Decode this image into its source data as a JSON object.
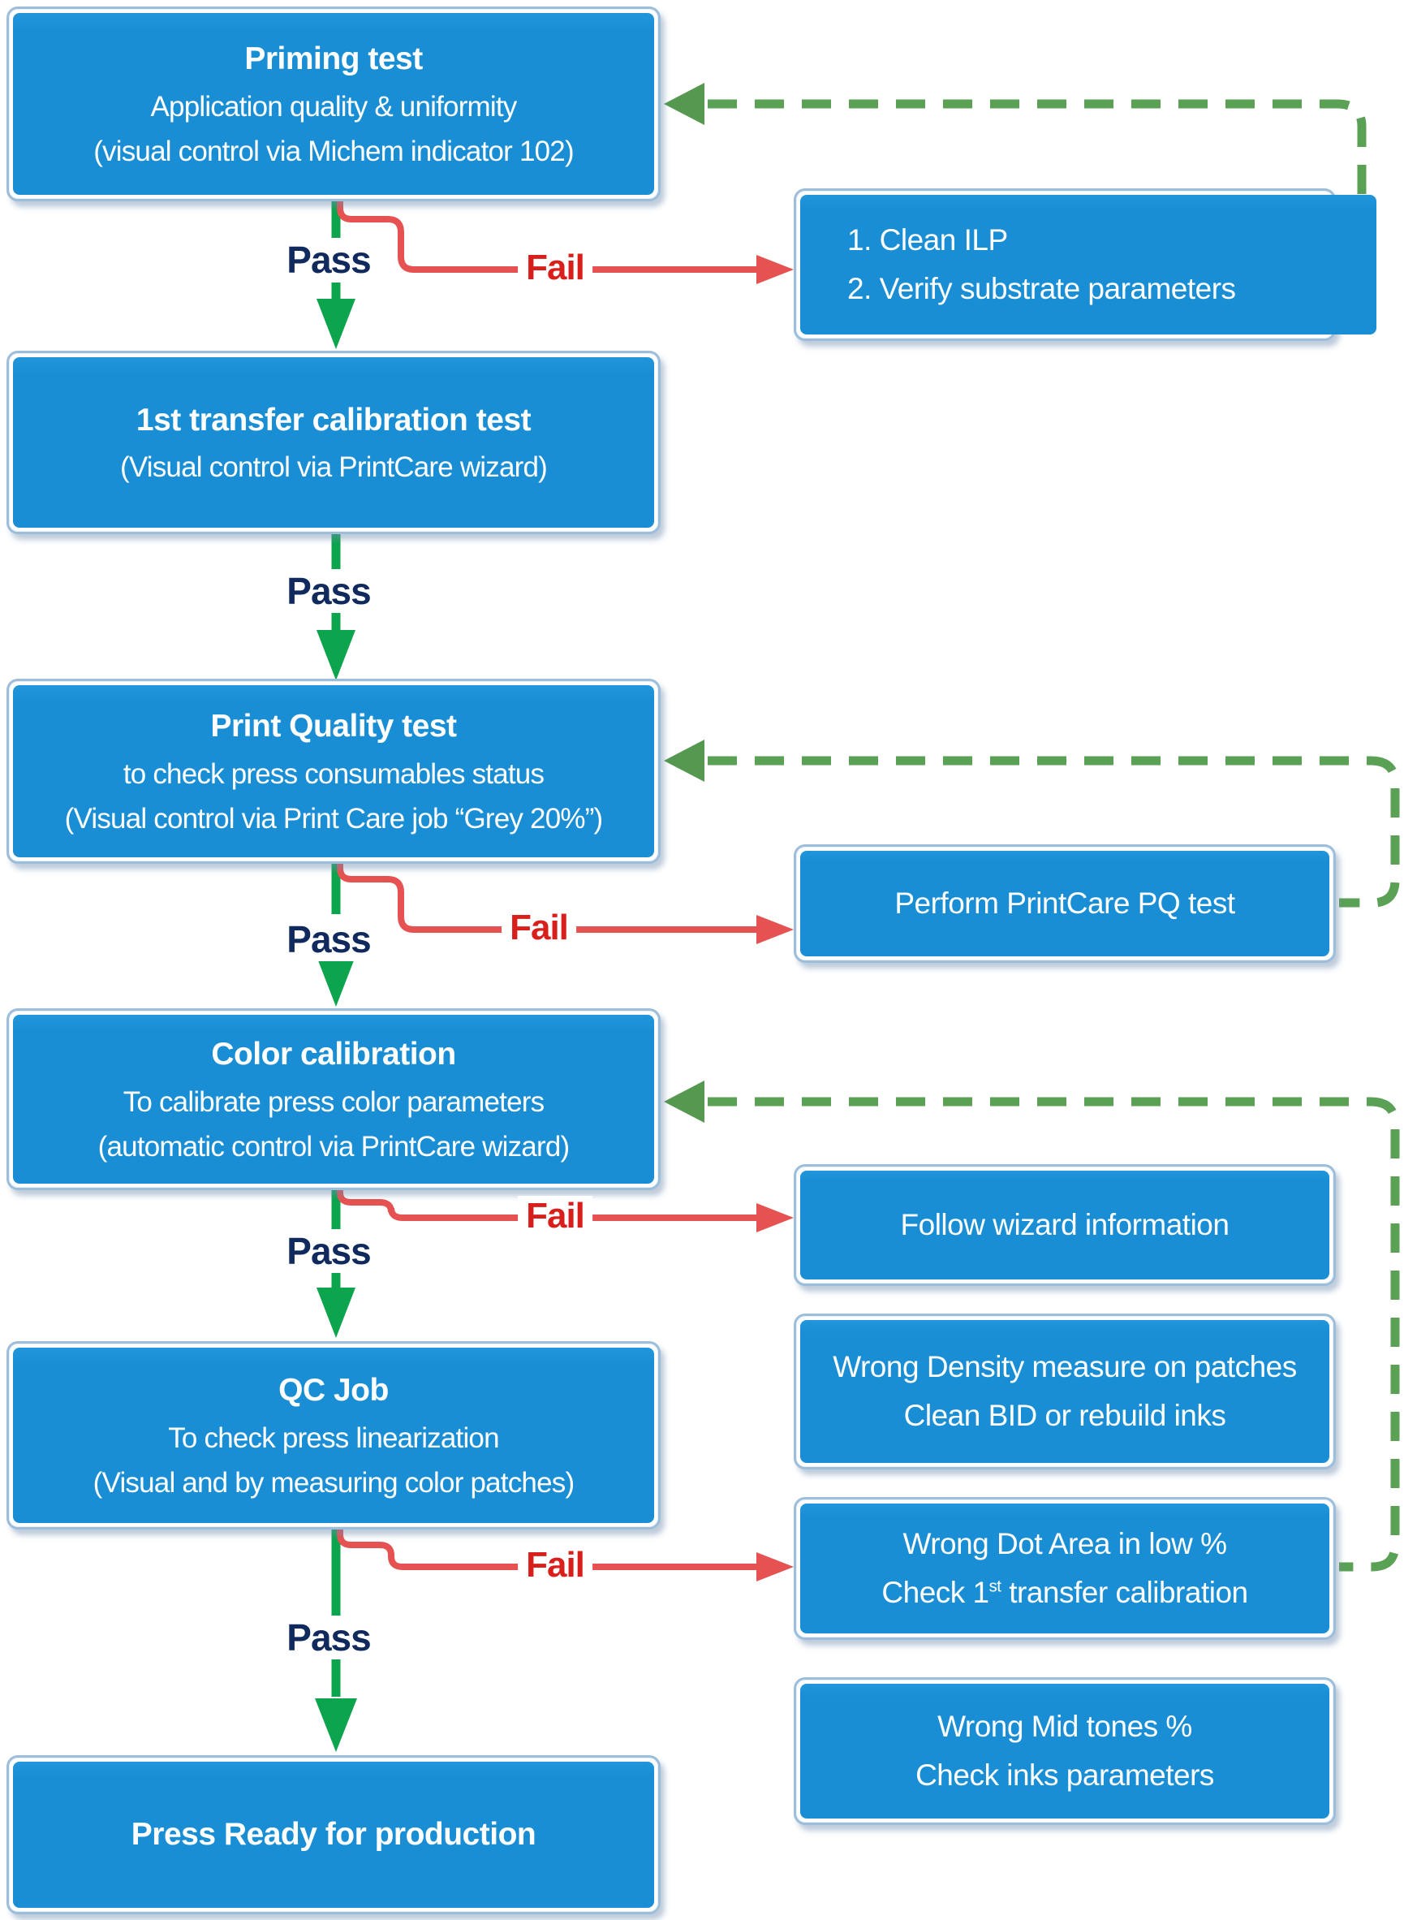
{
  "flow": {
    "labels": {
      "pass": "Pass",
      "fail": "Fail"
    },
    "main_nodes": [
      {
        "id": "priming-test",
        "title": "Priming test",
        "line1": "Application quality & uniformity",
        "line2": "(visual control via Michem indicator 102)"
      },
      {
        "id": "first-transfer-calibration-test",
        "title": "1st transfer calibration test",
        "line1": "(Visual control via PrintCare wizard)"
      },
      {
        "id": "print-quality-test",
        "title": "Print Quality test",
        "line1": "to check press consumables status",
        "line2": "(Visual control via Print Care job “Grey 20%”)"
      },
      {
        "id": "color-calibration",
        "title": "Color calibration",
        "line1": "To calibrate press  color parameters",
        "line2": "(automatic control via PrintCare wizard)"
      },
      {
        "id": "qc-job",
        "title": "QC Job",
        "line1": "To check press linearization",
        "line2": "(Visual and by measuring color patches)"
      },
      {
        "id": "press-ready",
        "title": "Press Ready for production"
      }
    ],
    "fix_nodes": [
      {
        "id": "clean-ilp",
        "line1": "1. Clean ILP",
        "line2": "2. Verify substrate parameters"
      },
      {
        "id": "perform-printcare-pq-test",
        "line1": "Perform PrintCare PQ test"
      },
      {
        "id": "follow-wizard-information",
        "line1": "Follow wizard information"
      },
      {
        "id": "wrong-density",
        "line1": "Wrong Density measure on patches",
        "line2": "Clean BID or rebuild inks"
      },
      {
        "id": "wrong-dot-area",
        "line1": "Wrong Dot Area in low %",
        "line2_pre": "Check 1",
        "line2_sup": "st",
        "line2_post": " transfer calibration"
      },
      {
        "id": "wrong-mid-tones",
        "line1": "Wrong Mid tones %",
        "line2": "Check inks parameters"
      }
    ],
    "colors": {
      "node_fill": "#1a8ed4",
      "node_border": "#9cbeda",
      "pass_text": "#112a5e",
      "fail_text": "#d81f1b",
      "fail_line": "#e65251",
      "pass_arrow": "#0ca44d",
      "feedback_dashed": "#5ba155"
    }
  }
}
